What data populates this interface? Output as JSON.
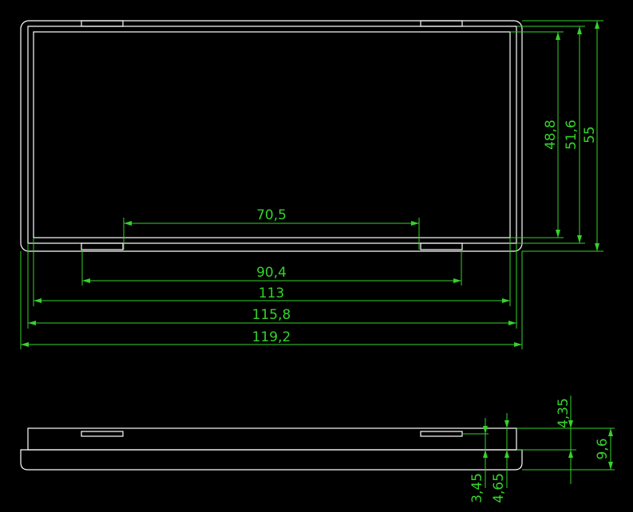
{
  "colors": {
    "background": "#000000",
    "outline": "#ffffff",
    "dimension": "#35d22a"
  },
  "top_view": {
    "dim_70_5": "70,5",
    "dim_90_4": "90,4",
    "dim_113": "113",
    "dim_115_8": "115,8",
    "dim_119_2": "119,2",
    "dim_48_8": "48,8",
    "dim_51_6": "51,6",
    "dim_55": "55"
  },
  "side_view": {
    "dim_4_35": "4,35",
    "dim_9_6": "9,6",
    "dim_3_45": "3,45",
    "dim_4_65": "4,65"
  }
}
